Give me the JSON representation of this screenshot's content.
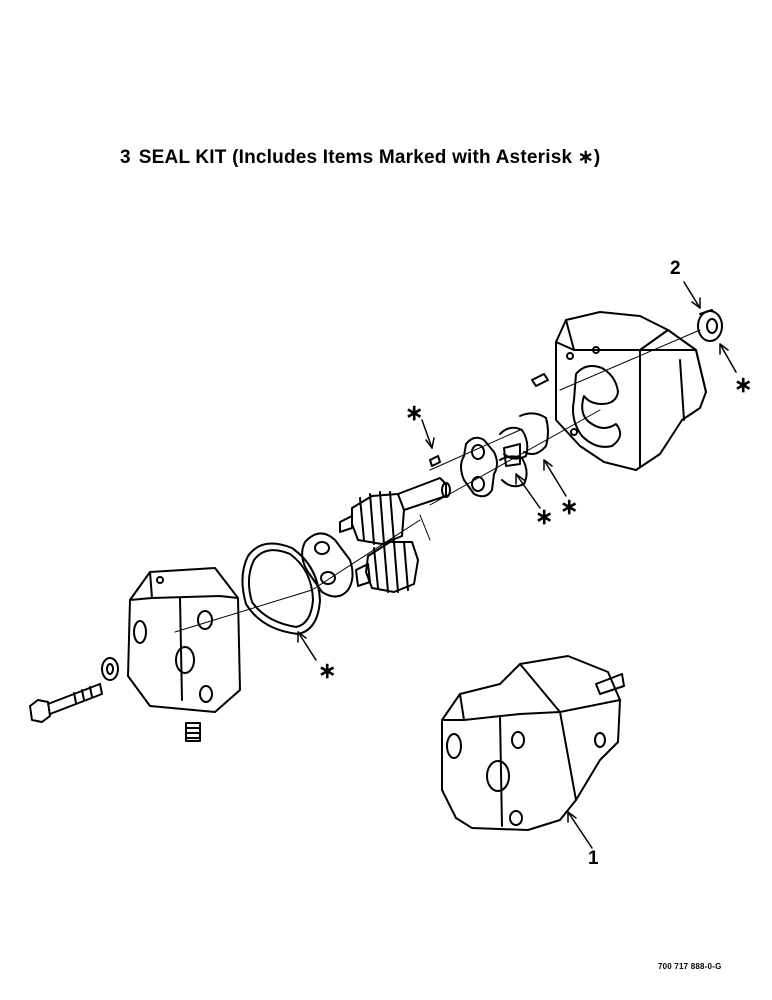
{
  "title": {
    "number": "3",
    "text": "SEAL KIT (Includes Items Marked with Asterisk ∗)"
  },
  "callouts": {
    "item_1": "1",
    "item_2": "2"
  },
  "asterisk": "∗",
  "doc_id": "700 717 888-0-G"
}
